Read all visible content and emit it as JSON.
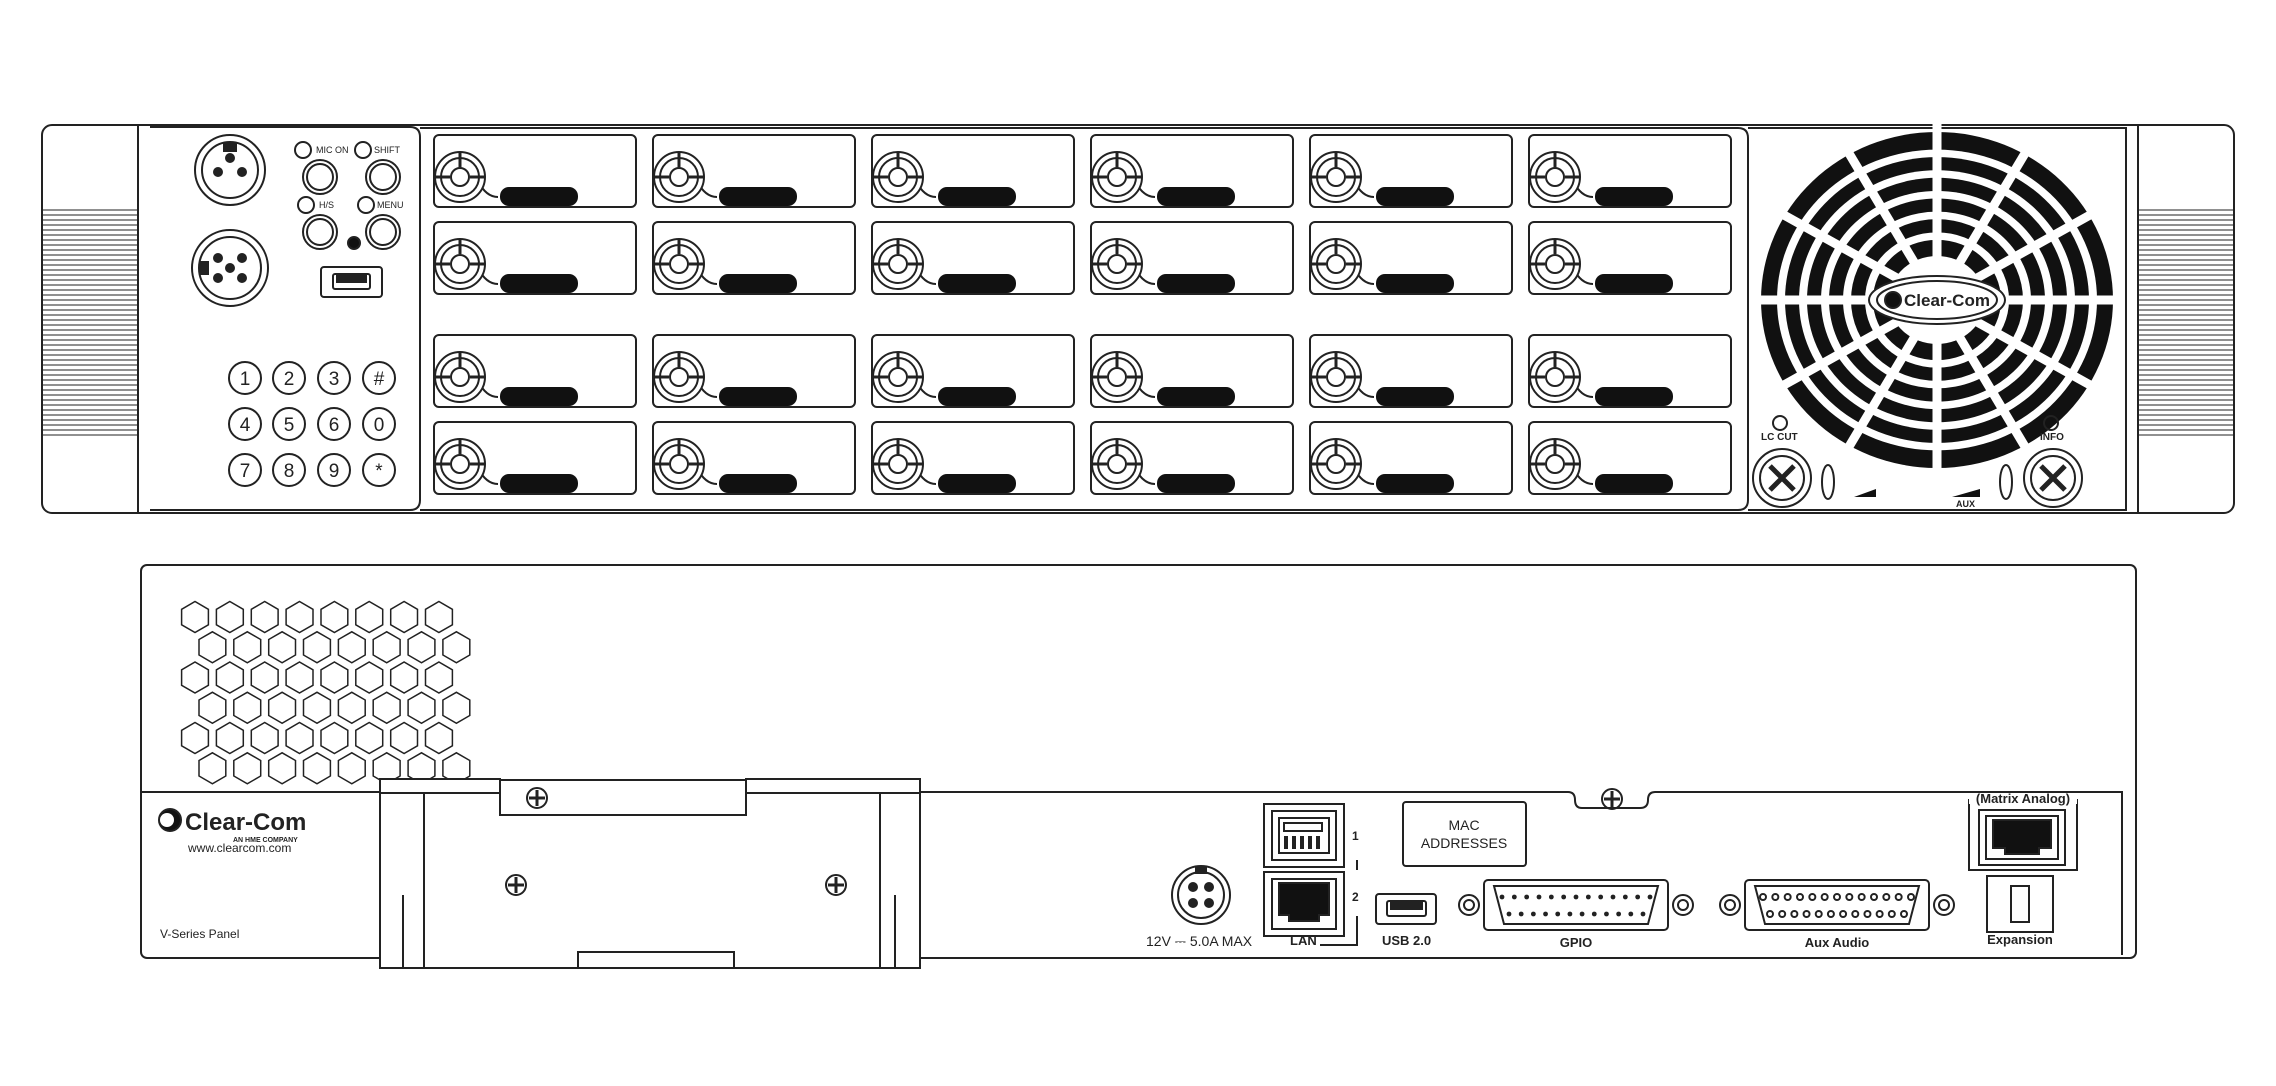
{
  "front_panel": {
    "mic_on_label": "MIC ON",
    "shift_label": "SHIFT",
    "hs_label": "H/S",
    "menu_label": "MENU",
    "keypad": [
      "1",
      "2",
      "3",
      "#",
      "4",
      "5",
      "6",
      "0",
      "7",
      "8",
      "9",
      "*"
    ],
    "key_module_rows": 4,
    "key_module_cols": 6,
    "brand_logo_text": "Clear-Com",
    "lc_cut_label": "LC CUT",
    "info_label": "INFO",
    "aux_label": "AUX"
  },
  "rear_panel": {
    "brand_logo_text": "Clear-Com",
    "brand_tagline": "AN HME COMPANY",
    "website": "www.clearcom.com",
    "model_label": "V-Series Panel",
    "power_label": "12V ⎓ 5.0A MAX",
    "lan_port_1": "1",
    "lan_port_2": "2",
    "lan_label": "LAN",
    "mac_line1": "MAC",
    "mac_line2": "ADDRESSES",
    "usb_label": "USB 2.0",
    "gpio_label": "GPIO",
    "aux_audio_label": "Aux Audio",
    "matrix_label": "(Matrix Analog)",
    "expansion_label": "Expansion"
  },
  "colors": {
    "stroke": "#222222",
    "fill": "#ffffff",
    "dark": "#111111"
  }
}
